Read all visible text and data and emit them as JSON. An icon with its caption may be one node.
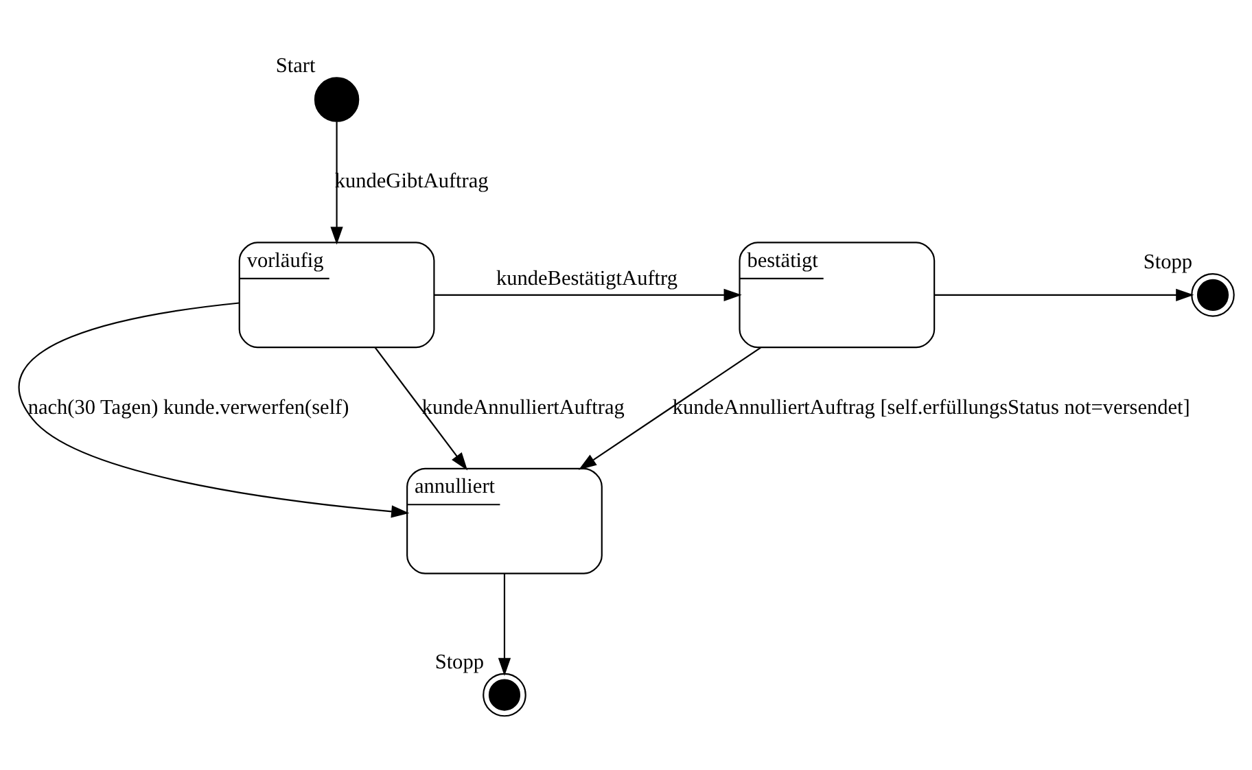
{
  "diagram": {
    "nodes": [
      {
        "text": [],
        "shape": "circle",
        "beside": [
          "Start"
        ]
      },
      {
        "text": [
          "vorläufig"
        ]
      },
      {
        "text": [
          "bestätigt"
        ]
      },
      {
        "text": [],
        "shape": "circle",
        "beside": [
          "Stopp"
        ]
      },
      {
        "text": [
          "annulliert"
        ]
      },
      {
        "text": [],
        "shape": "circle",
        "beside": [
          "Stopp"
        ]
      }
    ],
    "edges": [
      {
        "from": 0,
        "to": 1,
        "arrow": "to",
        "label": "kundeGibtAuftrag"
      },
      {
        "from": 1,
        "to": 2,
        "arrow": "to",
        "label": "kundeBestätigtAuftrg"
      },
      {
        "from": 2,
        "to": 3,
        "arrow": "to"
      },
      {
        "from": 1,
        "to": 4,
        "arrow": "to",
        "label": "nach(30 Tagen) kunde.verwerfen(self)"
      },
      {
        "from": 1,
        "to": 4,
        "arrow": "to",
        "label": "kundeAnnulliertAuftrag"
      },
      {
        "from": 2,
        "to": 4,
        "arrow": "to",
        "label": "kundeAnnulliertAuftrag [self.erfüllungsStatus not=versendet]"
      },
      {
        "from": 4,
        "to": 5,
        "arrow": "to"
      }
    ]
  }
}
